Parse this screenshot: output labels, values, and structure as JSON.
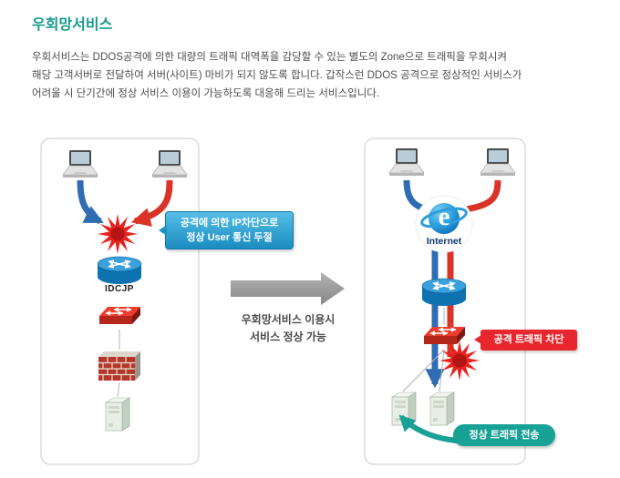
{
  "title": "우회망서비스",
  "description": {
    "line1": "우회서비스는 DDOS공격에 의한 대량의 트래픽 대역폭을 감당할 수 있는 별도의 Zone으로 트래픽을 우회시켜",
    "line2": "해당 고객서버로 전달하여 서버(사이트) 마비가 되지 않도록 합니다. 갑작스런 DDOS 공격으로 정상적인 서비스가",
    "line3": "어려울 시 단기간에 정상 서비스 이용이 가능하도록 대응해 드리는 서비스입니다."
  },
  "left_panel": {
    "callout_line1": "공격에 의한 IP차단으로",
    "callout_line2": "정상 User 통신 두절",
    "router_label": "IDCJP"
  },
  "transition": {
    "caption_line1": "우회망서비스 이용시",
    "caption_line2": "서비스 정상 가능"
  },
  "right_panel": {
    "ie_letter": "e",
    "internet_label": "Internet",
    "callout_block": "공격 트래픽 차단",
    "callout_forward": "정상 트래픽 전송"
  },
  "icons": {
    "laptop": "laptop-icon",
    "router": "router-cylinder-icon",
    "switch": "switch-box-icon",
    "firewall": "brick-wall-icon",
    "server": "server-tower-icon",
    "explosion": "attack-burst-icon",
    "internet": "internet-e-logo"
  },
  "colors": {
    "accent_teal": "#159a8c",
    "traffic_blue": "#2e6db4",
    "attack_red": "#da3327",
    "callout_blue": "#2191c5",
    "callout_red": "#e8262d",
    "callout_teal": "#18a195",
    "transition_gray": "#9c9c9c"
  }
}
